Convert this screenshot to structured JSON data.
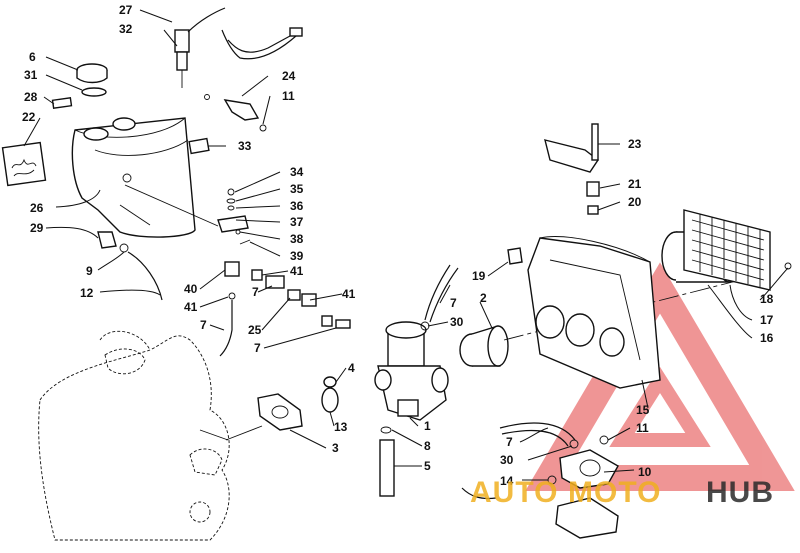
{
  "callouts": [
    "1",
    "2",
    "3",
    "4",
    "5",
    "6",
    "7",
    "8",
    "9",
    "10",
    "11",
    "12",
    "13",
    "14",
    "15",
    "16",
    "17",
    "18",
    "19",
    "20",
    "21",
    "22",
    "23",
    "24",
    "25",
    "26",
    "27",
    "28",
    "29",
    "30",
    "31",
    "32",
    "33",
    "34",
    "35",
    "36",
    "37",
    "38",
    "39",
    "40",
    "41"
  ],
  "labels": [
    {
      "text": "27"
    },
    {
      "text": "32"
    },
    {
      "text": "6"
    },
    {
      "text": "31"
    },
    {
      "text": "28"
    },
    {
      "text": "22"
    },
    {
      "text": "24"
    },
    {
      "text": "11"
    },
    {
      "text": "33"
    },
    {
      "text": "26"
    },
    {
      "text": "29"
    },
    {
      "text": "9"
    },
    {
      "text": "12"
    },
    {
      "text": "34"
    },
    {
      "text": "35"
    },
    {
      "text": "36"
    },
    {
      "text": "37"
    },
    {
      "text": "38"
    },
    {
      "text": "39"
    },
    {
      "text": "41"
    },
    {
      "text": "40"
    },
    {
      "text": "41"
    },
    {
      "text": "7"
    },
    {
      "text": "7"
    },
    {
      "text": "25"
    },
    {
      "text": "7"
    },
    {
      "text": "41"
    },
    {
      "text": "30"
    },
    {
      "text": "19"
    },
    {
      "text": "2"
    },
    {
      "text": "7"
    },
    {
      "text": "23"
    },
    {
      "text": "21"
    },
    {
      "text": "20"
    },
    {
      "text": "18"
    },
    {
      "text": "17"
    },
    {
      "text": "16"
    },
    {
      "text": "4"
    },
    {
      "text": "13"
    },
    {
      "text": "3"
    },
    {
      "text": "1"
    },
    {
      "text": "8"
    },
    {
      "text": "5"
    },
    {
      "text": "15"
    },
    {
      "text": "11"
    },
    {
      "text": "7"
    },
    {
      "text": "30"
    },
    {
      "text": "14"
    },
    {
      "text": "10"
    }
  ],
  "watermark": {
    "part1": "AUTO",
    "part2": "MOTO",
    "part3": "HUB",
    "color_red": "#e02020",
    "color_yellow": "#f0b020",
    "color_dark": "#2a2a2a"
  }
}
